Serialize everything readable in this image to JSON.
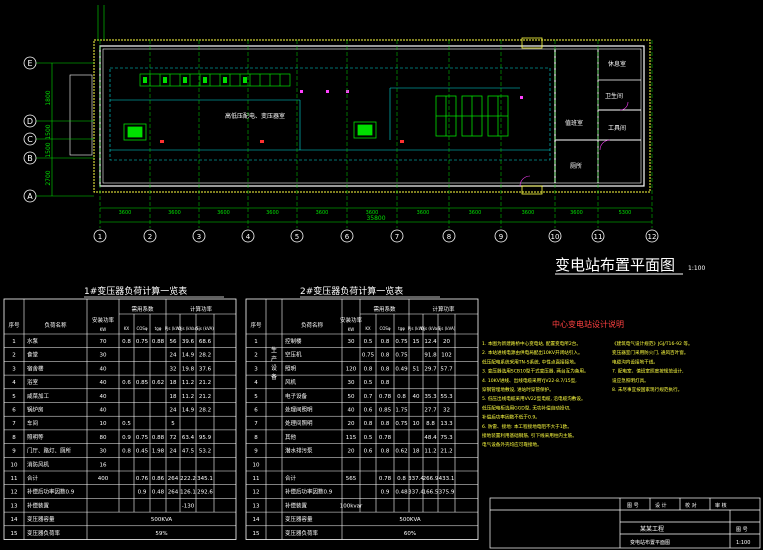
{
  "plan": {
    "title": "变电站布置平面图",
    "scale": "1:100",
    "axes_cols": [
      "1",
      "2",
      "3",
      "4",
      "5",
      "6",
      "7",
      "8",
      "9",
      "10",
      "11",
      "12"
    ],
    "axes_rows": [
      "E",
      "D",
      "C",
      "B",
      "A"
    ],
    "row_dims": [
      "1800",
      "1500",
      "1500",
      "2700"
    ],
    "col_dims": [
      "3600",
      "3600",
      "3600",
      "3600",
      "3600",
      "3600",
      "3600",
      "3600",
      "3600",
      "3600",
      "5300"
    ],
    "total_dim": "35800",
    "rooms": {
      "hv_room": "高低压配电、变压器室",
      "duty_room": "值班室",
      "toilet": "卫生间",
      "tool_room": "工具间",
      "lounge": "休息室",
      "washroom": "厕所"
    }
  },
  "table1": {
    "title": "1#变压器负荷计算一览表",
    "headers": {
      "seq": "序号",
      "name": "负荷名称",
      "cap": "安装功率",
      "cap_unit": "KW",
      "coef": "需用系数",
      "kx": "KX",
      "cos": "COSφ",
      "tan": "tgφ",
      "calc": "计算功率",
      "pjs": "Pjs (kW)",
      "qjs": "Qjs (kVar)",
      "sjs": "Sjs (kVA)"
    },
    "rows": [
      {
        "no": "1",
        "name": "水泵",
        "cap": "70",
        "kx": "0.8",
        "cos": "0.75",
        "tan": "0.88",
        "p": "56",
        "q": "39.6",
        "s": "68.6"
      },
      {
        "no": "2",
        "name": "食堂",
        "cap": "30",
        "kx": "",
        "cos": "",
        "tan": "",
        "p": "24",
        "q": "14.9",
        "s": "28.2"
      },
      {
        "no": "3",
        "name": "宿舍楼",
        "cap": "40",
        "kx": "",
        "cos": "",
        "tan": "",
        "p": "32",
        "q": "19.8",
        "s": "37.6"
      },
      {
        "no": "4",
        "name": "浴室",
        "cap": "40",
        "kx": "0.6",
        "cos": "0.85",
        "tan": "0.62",
        "p": "18",
        "q": "11.2",
        "s": "21.2"
      },
      {
        "no": "5",
        "name": "咸菜加工",
        "cap": "40",
        "kx": "",
        "cos": "",
        "tan": "",
        "p": "18",
        "q": "11.2",
        "s": "21.2"
      },
      {
        "no": "6",
        "name": "锅炉房",
        "cap": "40",
        "kx": "",
        "cos": "",
        "tan": "",
        "p": "24",
        "q": "14.9",
        "s": "28.2"
      },
      {
        "no": "7",
        "name": "车间",
        "cap": "10",
        "kx": "0.5",
        "cos": "",
        "tan": "",
        "p": "5",
        "q": "",
        "s": ""
      },
      {
        "no": "8",
        "name": "照明等",
        "cap": "80",
        "kx": "0.9",
        "cos": "0.75",
        "tan": "0.88",
        "p": "72",
        "q": "63.4",
        "s": "95.9"
      },
      {
        "no": "9",
        "name": "门厅、路灯、厕所",
        "cap": "30",
        "kx": "0.8",
        "cos": "0.45",
        "tan": "1.98",
        "p": "24",
        "q": "47.5",
        "s": "53.2"
      },
      {
        "no": "10",
        "name": "消防风机",
        "cap": "16",
        "kx": "",
        "cos": "",
        "tan": "",
        "p": "",
        "q": "",
        "s": ""
      },
      {
        "no": "11",
        "name": "合计",
        "cap": "400",
        "kx": "",
        "cos": "0.76",
        "tan": "0.86",
        "p": "264",
        "q": "222.2",
        "s": "345.1"
      },
      {
        "no": "12",
        "name": "补偿后功率因数0.9",
        "cap": "",
        "kx": "",
        "cos": "0.9",
        "tan": "0.48",
        "p": "264",
        "q": "126.1",
        "s": "292.6"
      },
      {
        "no": "13",
        "name": "补偿装置",
        "cap": "",
        "kx": "",
        "cos": "",
        "tan": "",
        "p": "",
        "q": "-130",
        "s": ""
      },
      {
        "no": "14",
        "name": "变压器容量",
        "cap": "500KVA"
      },
      {
        "no": "15",
        "name": "变压器负荷率",
        "cap": "59%"
      }
    ]
  },
  "table2": {
    "title": "2#变压器负荷计算一览表",
    "headers": {
      "seq": "序号",
      "name": "负荷名称",
      "cap": "安装功率",
      "cap_unit": "KW",
      "coef": "需用系数",
      "kx": "KX",
      "cos": "COSφ",
      "tan": "tgφ",
      "calc": "计算功率",
      "pjs": "Pjs (kW)",
      "qjs": "Qjs (kVar)",
      "sjs": "Sjs (kVA)"
    },
    "group_label": "生产设备",
    "rows": [
      {
        "no": "1",
        "name": "控制楼",
        "cap": "30",
        "kx": "0.5",
        "cos": "0.8",
        "tan": "0.75",
        "p": "15",
        "q": "12.4",
        "s": "20"
      },
      {
        "no": "2",
        "name": "空压机",
        "cap": "",
        "kx": "0.75",
        "cos": "0.8",
        "tan": "0.75",
        "p": "",
        "q": "91.8",
        "s": "102"
      },
      {
        "no": "3",
        "name": "照明",
        "cap": "120",
        "kx": "0.8",
        "cos": "0.8",
        "tan": "0.49",
        "p": "51",
        "q": "29.7",
        "s": "57.7"
      },
      {
        "no": "4",
        "name": "风机",
        "cap": "30",
        "kx": "0.5",
        "cos": "0.8",
        "tan": "",
        "p": "",
        "q": "",
        "s": ""
      },
      {
        "no": "5",
        "name": "电子设备",
        "cap": "50",
        "kx": "0.7",
        "cos": "0.78",
        "tan": "0.8",
        "p": "40",
        "q": "35.3",
        "s": "55.3"
      },
      {
        "no": "6",
        "name": "处理间照明",
        "cap": "40",
        "kx": "0.6",
        "cos": "0.85",
        "tan": "1.75",
        "p": "",
        "q": "27.7",
        "s": "32"
      },
      {
        "no": "7",
        "name": "处理间照明",
        "cap": "20",
        "kx": "0.8",
        "cos": "0.8",
        "tan": "0.75",
        "p": "10",
        "q": "8.8",
        "s": "13.3"
      },
      {
        "no": "8",
        "name": "其他",
        "cap": "115",
        "kx": "0.5",
        "cos": "0.78",
        "tan": "",
        "p": "",
        "q": "48.4",
        "s": "75.3"
      },
      {
        "no": "9",
        "name": "潜水排污泵",
        "cap": "20",
        "kx": "0.6",
        "cos": "0.8",
        "tan": "0.62",
        "p": "18",
        "q": "11.2",
        "s": "21.2"
      },
      {
        "no": "10",
        "name": "",
        "cap": "",
        "kx": "",
        "cos": "",
        "tan": "",
        "p": "",
        "q": "",
        "s": ""
      },
      {
        "no": "11",
        "name": "合计",
        "cap": "565",
        "kx": "",
        "cos": "0.78",
        "tan": "0.8",
        "p": "337.4",
        "q": "266.9",
        "s": "433.1"
      },
      {
        "no": "12",
        "name": "补偿后功率因数0.9",
        "cap": "",
        "kx": "",
        "cos": "0.9",
        "tan": "0.48",
        "p": "337.4",
        "q": "166.5",
        "s": "375.9"
      },
      {
        "no": "13",
        "name": "补偿装置",
        "cap": "100kvar",
        "kx": "",
        "cos": "",
        "tan": "",
        "p": "",
        "q": "",
        "s": ""
      },
      {
        "no": "14",
        "name": "变压器容量",
        "cap": "500KVA"
      },
      {
        "no": "15",
        "name": "变压器负荷率",
        "cap": "60%"
      }
    ]
  },
  "notes": {
    "title": "中心变电站设计说明",
    "left": [
      "1. 本图为新建路桥中心变电站, 配置变电所2台。",
      "2. 本站进线电源由供电局配出10KV开闭站引入。",
      "   低压配电系统采用TN-S系统, 中性点直接接地。",
      "3. 变压器选用SCB10型干式变压器, 两台互为备用。",
      "4. 10KV进线、出线电缆采用YJV22-8.7/15型,",
      "   穿钢管埋地敷设, 进站时穿管保护。",
      "5. 低压出线电缆采用VV22型电缆, 沿电缆沟敷设。",
      "   低压配电柜选用GGD型, 无功补偿自动投切,",
      "   补偿后功率因数不低于0.9。",
      "6. 防雷、接地: 本工程接地电阻不大于1欧。",
      "   接地装置利用基础钢筋, 引下线采用柱内主筋。",
      "   电气设备外壳均应可靠接地。"
    ],
    "right": [
      "《建筑电气设计规范》JGJ/T16-92 等。",
      "变压器室门采用防火门, 通风百叶窗。",
      "电缆沟内设接地干线。",
      "7. 配电室、值班室照度按规范设计,",
      "   设应急照明灯具。",
      "8. 未尽事宜按国家现行规范执行。"
    ]
  },
  "title_block": {
    "c1": "图 号",
    "c2": "设 计",
    "c3": "校 对",
    "c4": "审 核",
    "project": "某某工程",
    "drawing": "变电站布置平面图",
    "sheet_label": "图 号",
    "scale": "1:100"
  },
  "colors": {
    "wall": "#ffffff",
    "grid": "#00e000",
    "dim": "#00e000",
    "table": "#ffffff",
    "title": "#ffffff",
    "notes_title": "#ff4040",
    "notes_text": "#ffff40",
    "equipment": "#00e0e0",
    "magenta": "#ff40ff"
  }
}
